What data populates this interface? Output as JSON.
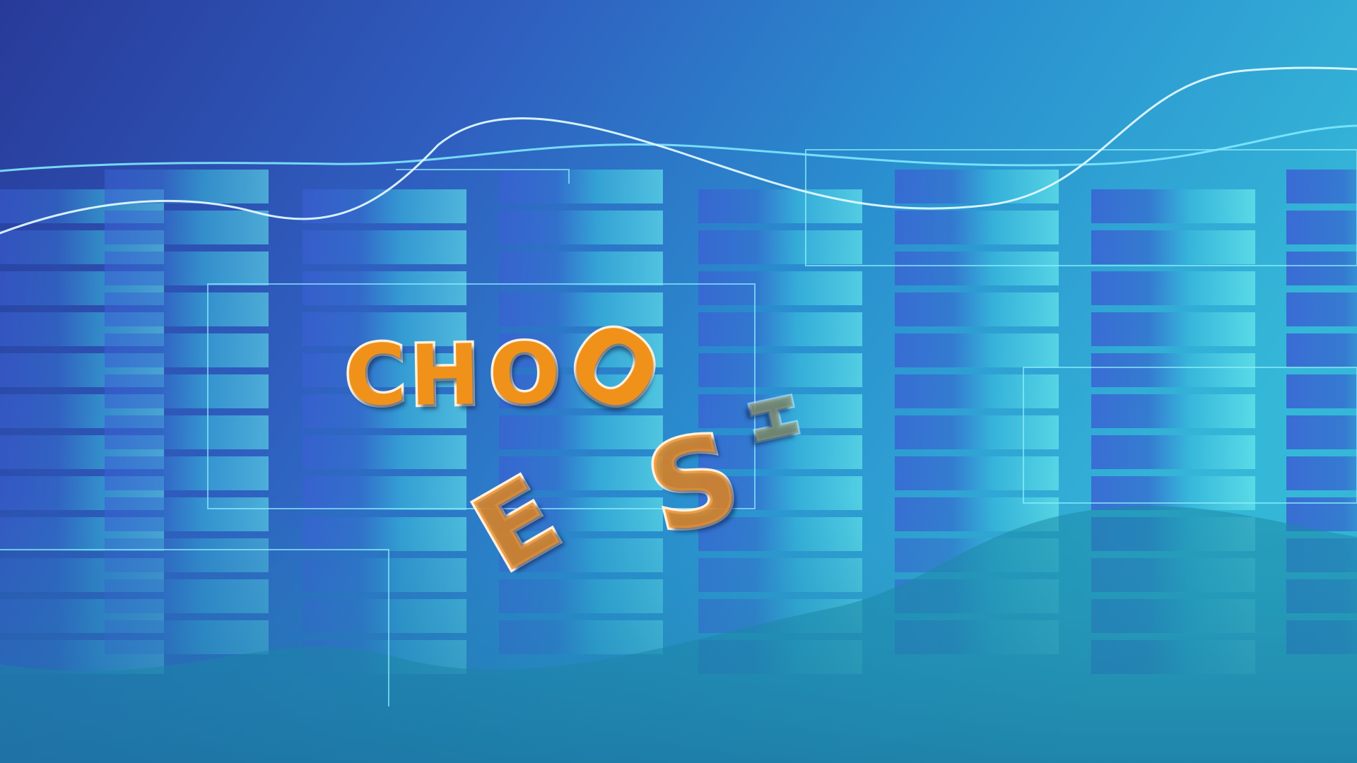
{
  "colors": {
    "accent": "#f0921a",
    "accent_translucent": "rgba(236, 142, 38, 0.82)",
    "accent_faded": "rgba(140, 150, 110, 0.75)",
    "background_left": "#2b4fb4",
    "background_right": "#3bd3dd"
  },
  "scene": {
    "letters": {
      "c": "C",
      "h1": "H",
      "o1": "O",
      "o2": "O",
      "e": "E",
      "s": "S",
      "h2": "H"
    }
  }
}
